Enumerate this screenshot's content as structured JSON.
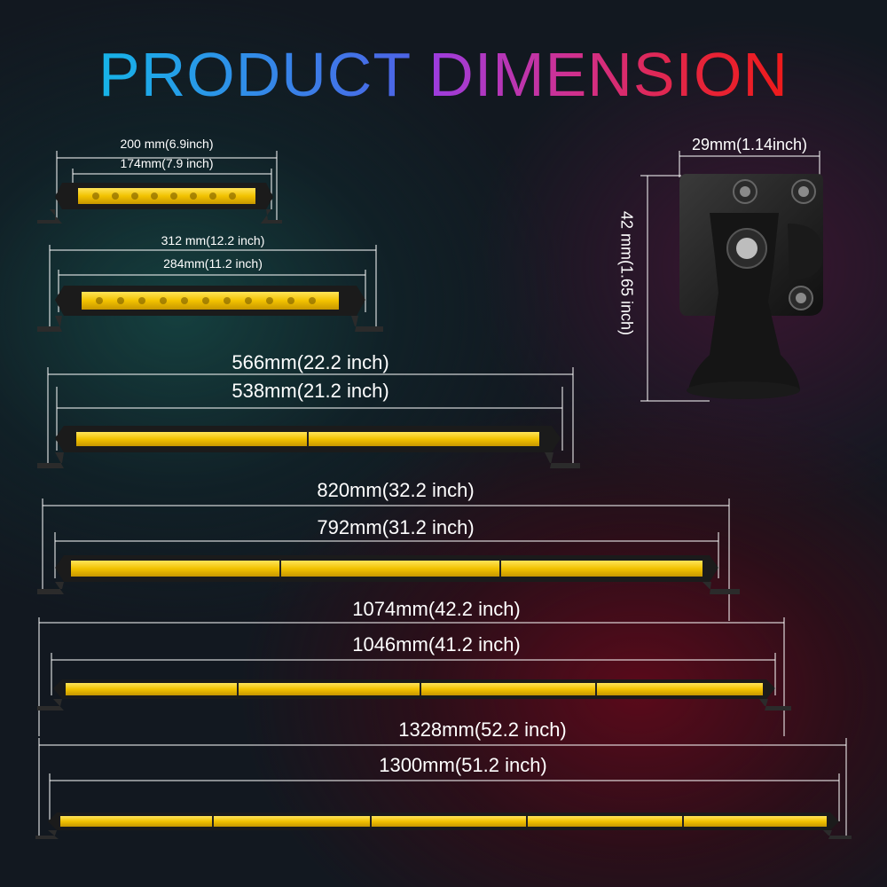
{
  "title": {
    "word1": "PRODUCT",
    "word2": "DIMENSION"
  },
  "bars": [
    {
      "id": "bar-200",
      "overall_label": "200 mm(6.9inch)",
      "body_label": "174mm(7.9 inch)"
    },
    {
      "id": "bar-312",
      "overall_label": "312 mm(12.2 inch)",
      "body_label": "284mm(11.2 inch)"
    },
    {
      "id": "bar-566",
      "overall_label": "566mm(22.2 inch)",
      "body_label": "538mm(21.2 inch)"
    },
    {
      "id": "bar-820",
      "overall_label": "820mm(32.2 inch)",
      "body_label": "792mm(31.2 inch)"
    },
    {
      "id": "bar-1074",
      "overall_label": "1074mm(42.2 inch)",
      "body_label": "1046mm(41.2 inch)"
    },
    {
      "id": "bar-1328",
      "overall_label": "1328mm(52.2 inch)",
      "body_label": "1300mm(51.2 inch)"
    }
  ],
  "mount": {
    "width_label": "29mm(1.14inch)",
    "height_label": "42 mm(1.65 inch)"
  },
  "colors": {
    "bar_yellow": "#f2c200",
    "housing": "#1b1b1b",
    "dim_line": "#ffffff"
  }
}
